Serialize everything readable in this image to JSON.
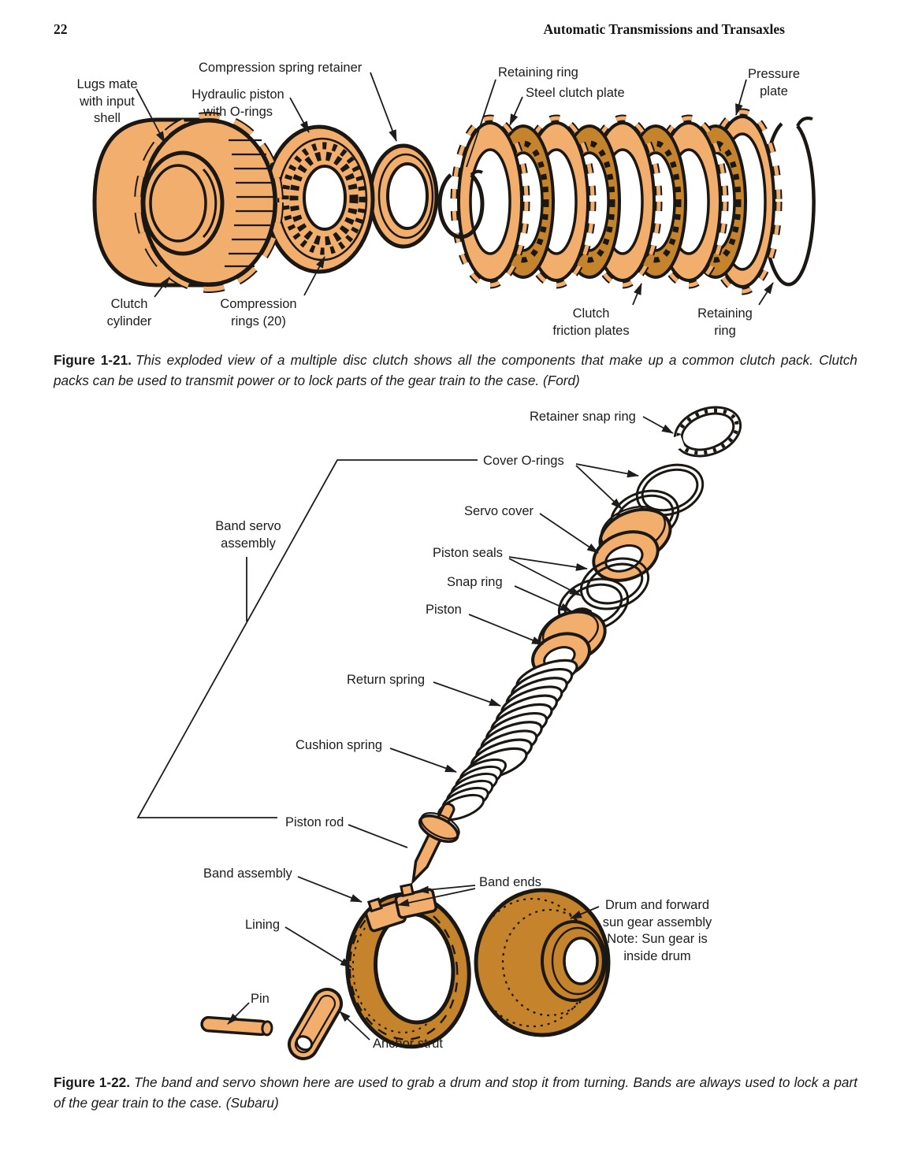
{
  "header": {
    "page_number": "22",
    "running_head": "Automatic Transmissions and Transaxles"
  },
  "colors": {
    "part_light": "#F2AE6C",
    "part_dark": "#C5832B",
    "line": "#1b1713"
  },
  "figure1_21": {
    "labels": {
      "lugs_mate": "Lugs mate\nwith input\nshell",
      "compression_spring_retainer": "Compression spring retainer",
      "hydraulic_piston": "Hydraulic piston\nwith O-rings",
      "retaining_ring_top": "Retaining ring",
      "steel_clutch_plate": "Steel clutch plate",
      "pressure_plate": "Pressure\nplate",
      "clutch_cylinder": "Clutch\ncylinder",
      "compression_rings": "Compression\nrings (20)",
      "clutch_friction_plates": "Clutch\nfriction plates",
      "retaining_ring_bottom": "Retaining\nring"
    },
    "caption_label": "Figure 1-21.",
    "caption_text": "This exploded view of a multiple disc clutch shows all the components that make up a common clutch pack. Clutch packs can be used to transmit power or to lock parts of the gear train to the case. (Ford)"
  },
  "figure1_22": {
    "labels": {
      "retainer_snap_ring": "Retainer snap ring",
      "cover_o_rings": "Cover O-rings",
      "servo_cover": "Servo cover",
      "band_servo_assembly": "Band servo\nassembly",
      "piston_seals": "Piston seals",
      "snap_ring": "Snap ring",
      "piston": "Piston",
      "return_spring": "Return spring",
      "cushion_spring": "Cushion spring",
      "piston_rod": "Piston rod",
      "band_assembly": "Band assembly",
      "band_ends": "Band ends",
      "lining": "Lining",
      "drum": "Drum and forward\nsun gear assembly\nNote: Sun gear is\ninside drum",
      "pin": "Pin",
      "anchor_strut": "Anchor strut"
    },
    "caption_label": "Figure 1-22.",
    "caption_text": "The band and servo shown here are used to grab a drum and stop it from turning. Bands are always used to lock a part of the gear train to the case. (Subaru)"
  }
}
